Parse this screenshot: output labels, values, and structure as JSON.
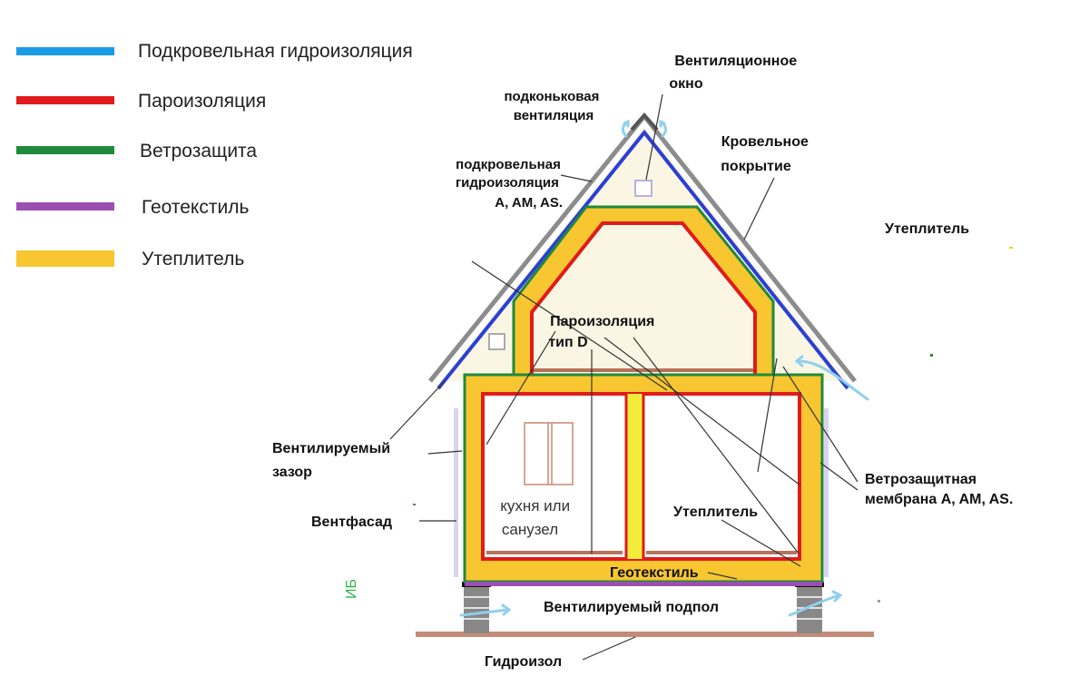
{
  "legend": [
    {
      "label": "Подкровельная гидроизоляция",
      "color": "#1a9be6"
    },
    {
      "label": "Пароизоляция",
      "color": "#e01b1b"
    },
    {
      "label": "Ветрозащита",
      "color": "#1f8a3c"
    },
    {
      "label": "Геотекстиль",
      "color": "#9b4fb0"
    },
    {
      "label": "Утеплитель",
      "color": "#f7c630"
    }
  ],
  "labels": {
    "ridge_vent": [
      "подконьковая",
      "вентиляция"
    ],
    "vent_window": [
      "Вентиляционное",
      "окно"
    ],
    "roof_covering": [
      "Кровельное",
      "покрытие"
    ],
    "roof_membrane": [
      "подкровельная",
      "гидроизоляция",
      "A, AM, AS."
    ],
    "insulation_top": "Утеплитель",
    "vapor_barrier": [
      "Пароизоляция",
      "тип D"
    ],
    "vent_gap": [
      "Вентилируемый",
      "зазор"
    ],
    "vent_facade": "Вентфасад",
    "wind_membrane": [
      "Ветрозащитная",
      "мембрана A, AM, AS."
    ],
    "insulation_mid": "Утеплитель",
    "geotextile": "Геотекстиль",
    "vent_subfloor": "Вентилируемый подпол",
    "waterproofing": "Гидроизол",
    "room": [
      "кухня или",
      "санузел"
    ],
    "initials": "ИБ"
  },
  "colors": {
    "roof": "#8c8c8c",
    "membrane_blue": "#2a3fd6",
    "attic_fill": "#fbf6e4",
    "insulation": "#f7c630",
    "vapor": "#e01b1b",
    "wind": "#1f8a3c",
    "geotextile": "#9b4fb0",
    "floor_board": "#b5735a",
    "ground": "#c48b78",
    "airflow": "#8fd0ef",
    "initials": "#2db44a"
  }
}
